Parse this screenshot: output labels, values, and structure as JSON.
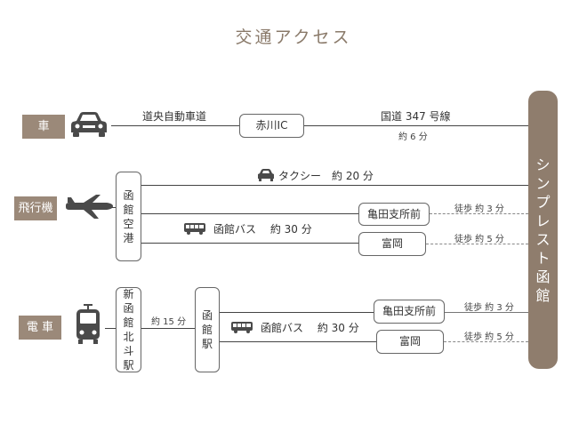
{
  "title": "交通アクセス",
  "destination": [
    "シ",
    "ン",
    "プ",
    "レ",
    "ス",
    "ト",
    "函",
    "館"
  ],
  "colors": {
    "badge": "#9b8979",
    "destination": "#8f7d6d",
    "line": "#444444",
    "icon": "#4a4a4a"
  },
  "car": {
    "badge": "車",
    "icon": "car-icon",
    "road1": "道央自動車道",
    "ic": "赤川IC",
    "road2": "国道 347 号線",
    "time": "約 6 分"
  },
  "plane": {
    "badge": "飛行機",
    "icon": "airplane-icon",
    "airport": [
      "函",
      "館",
      "空",
      "港"
    ],
    "taxi": "タクシー　約 20 分",
    "bus": "函館バス　 約 30 分",
    "stop1": "亀田支所前",
    "stop1_walk": "徒歩 約 3 分",
    "stop2": "富岡",
    "stop2_walk": "徒歩 約 5 分"
  },
  "train": {
    "badge": "電 車",
    "icon": "train-icon",
    "station1": [
      "新",
      "函",
      "館",
      "北",
      "斗",
      "駅"
    ],
    "transfer_time": "約 15 分",
    "station2": [
      "函",
      "館",
      "駅"
    ],
    "bus": "函館バス　 約 30 分",
    "stop1": "亀田支所前",
    "stop1_walk": "徒歩 約 3 分",
    "stop2": "富岡",
    "stop2_walk": "徒歩 約 5 分"
  }
}
